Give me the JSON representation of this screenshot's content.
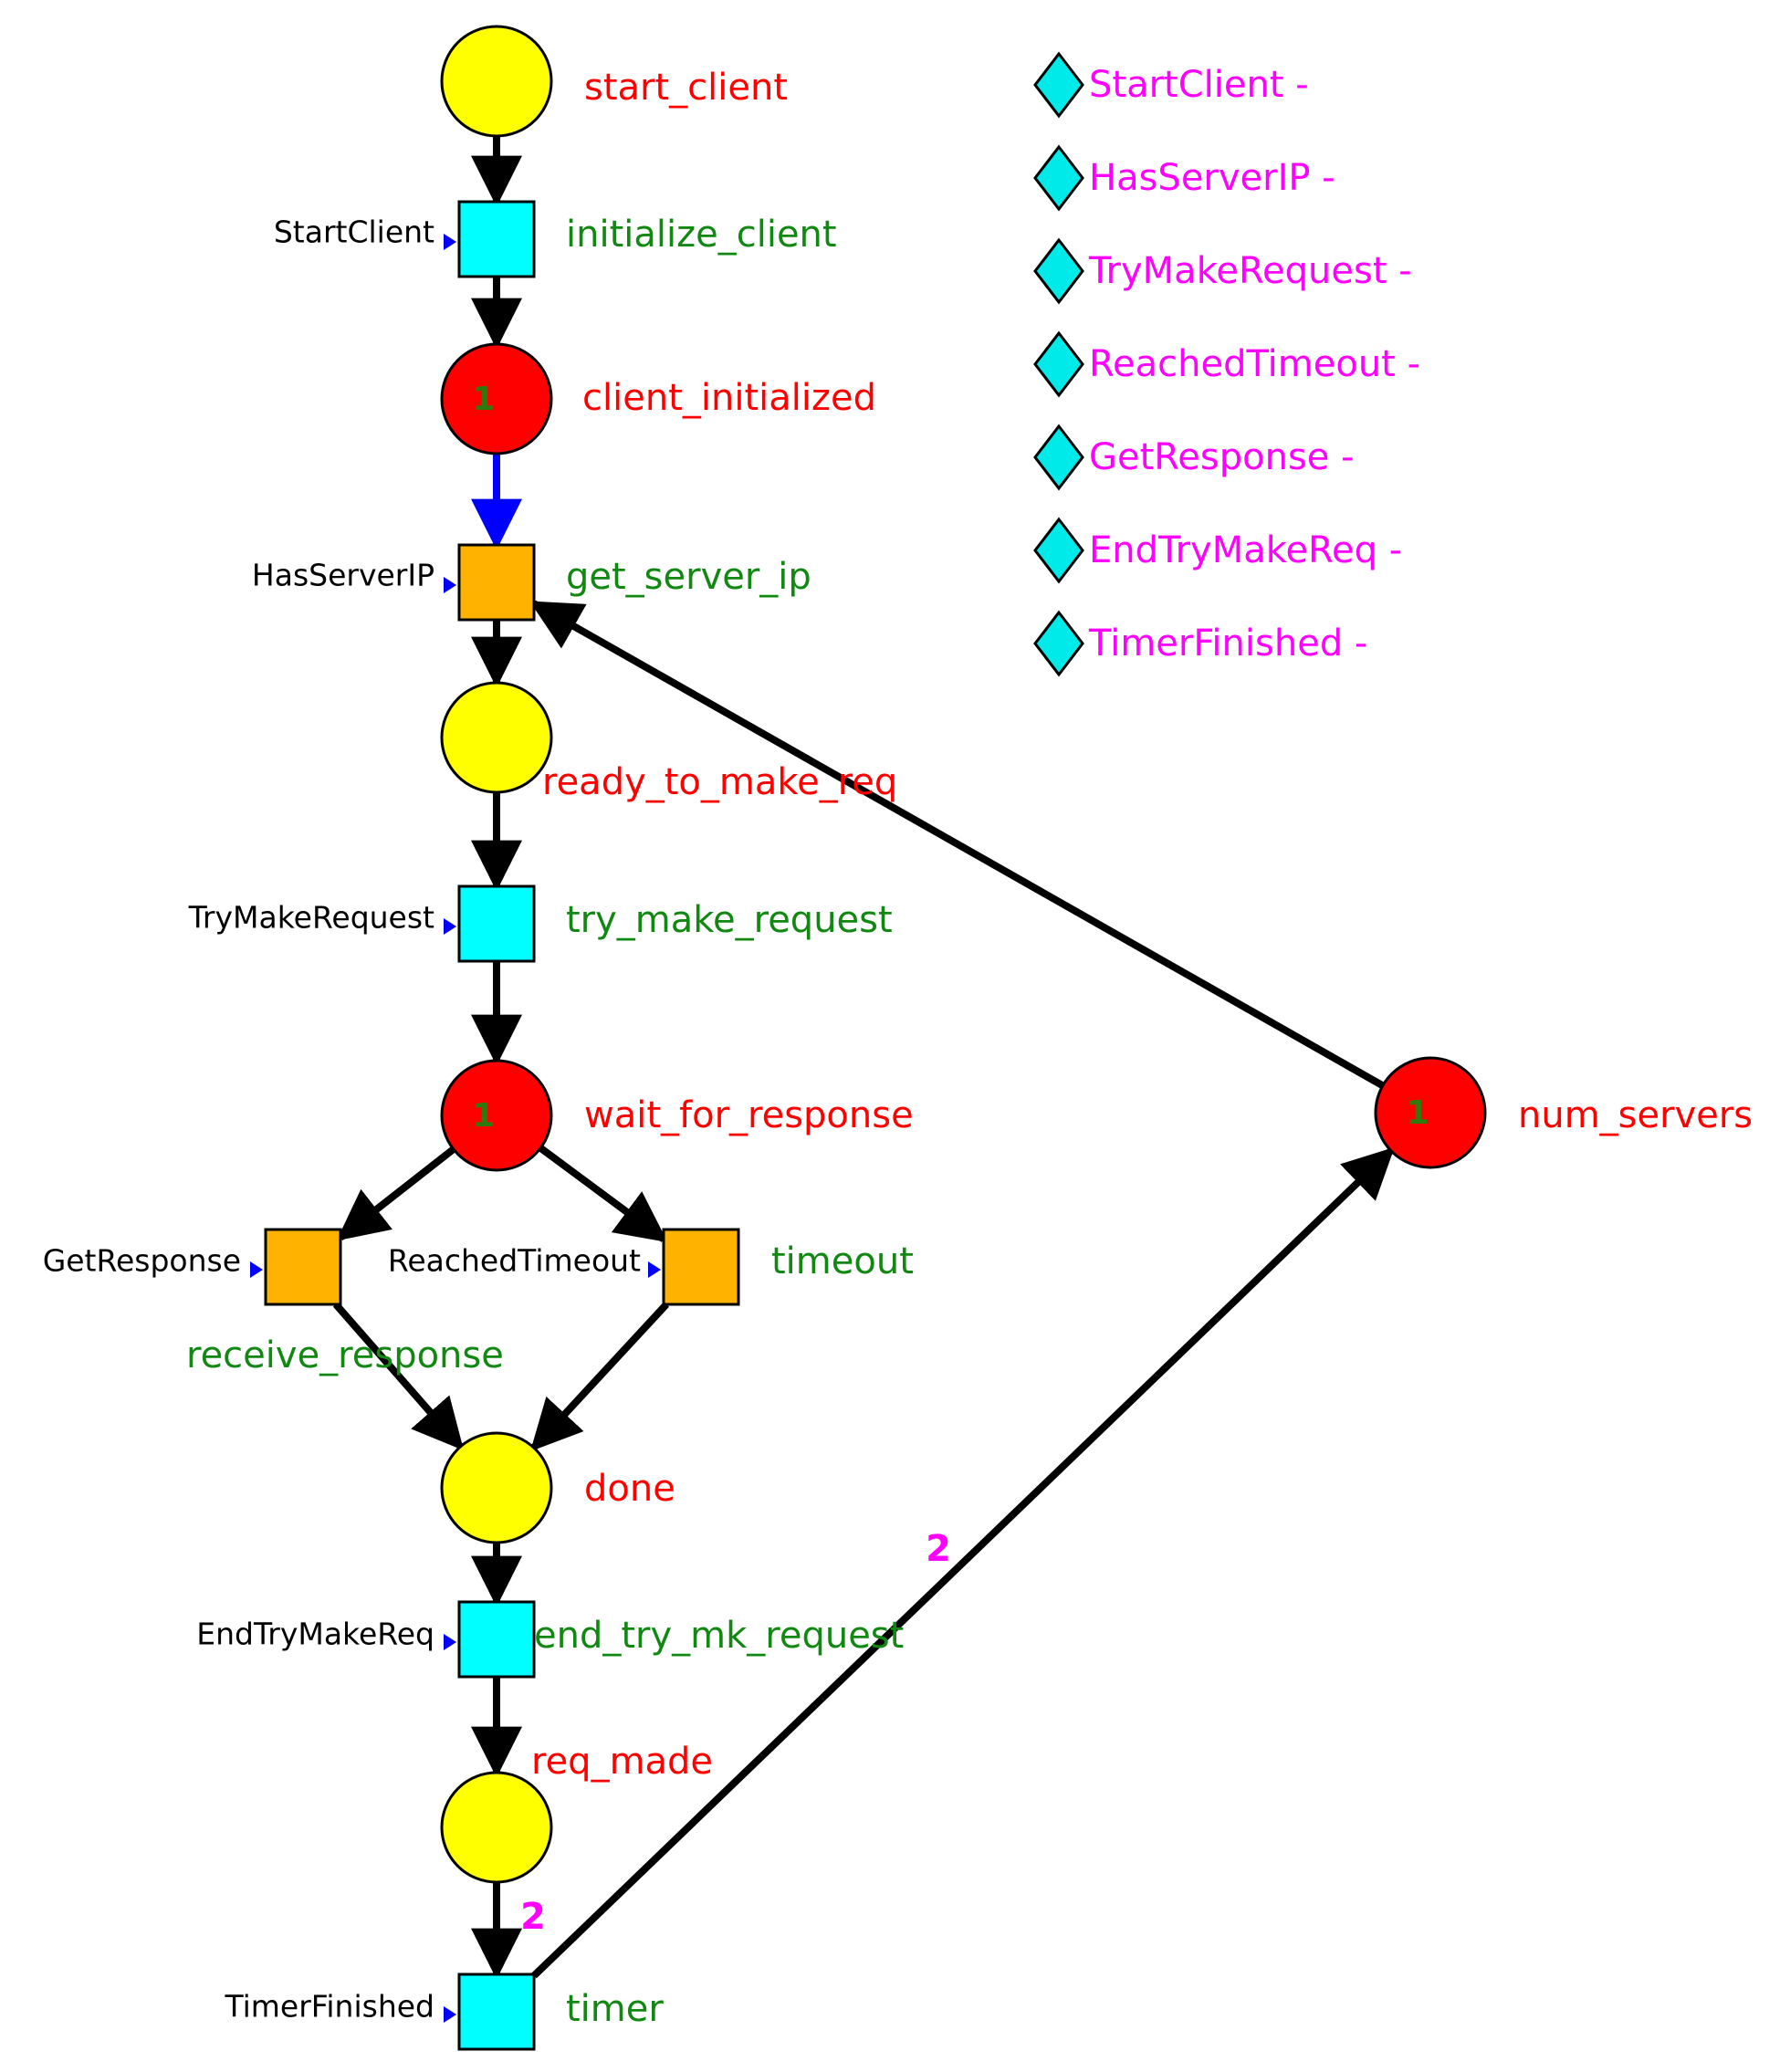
{
  "colors": {
    "place_empty": "#ffff00",
    "place_marked": "#ff0000",
    "transition_enabled": "#ffb300",
    "transition_disabled": "#00ffff",
    "place_label": "#ff0000",
    "transition_label": "#118811",
    "signal_label": "#000000",
    "signal_marker": "#0000ff",
    "token": "#2f7a10",
    "weight": "#ff00ff",
    "legend_text": "#ff00ff",
    "legend_marker": "#00eaea",
    "arc": "#000000",
    "arc_highlight": "#0000ff"
  },
  "places": [
    {
      "id": "start_client",
      "label": "start_client",
      "tokens": ""
    },
    {
      "id": "client_initialized",
      "label": "client_initialized",
      "tokens": "1"
    },
    {
      "id": "ready_to_make_req",
      "label": "ready_to_make_req",
      "tokens": ""
    },
    {
      "id": "wait_for_response",
      "label": "wait_for_response",
      "tokens": "1"
    },
    {
      "id": "done",
      "label": "done",
      "tokens": ""
    },
    {
      "id": "req_made",
      "label": "req_made",
      "tokens": ""
    },
    {
      "id": "num_servers",
      "label": "num_servers",
      "tokens": "1"
    }
  ],
  "transitions": [
    {
      "id": "initialize_client",
      "label": "initialize_client",
      "signal": "StartClient",
      "state": "disabled"
    },
    {
      "id": "get_server_ip",
      "label": "get_server_ip",
      "signal": "HasServerIP",
      "state": "enabled"
    },
    {
      "id": "try_make_request",
      "label": "try_make_request",
      "signal": "TryMakeRequest",
      "state": "disabled"
    },
    {
      "id": "receive_response",
      "label": "receive_response",
      "signal": "GetResponse",
      "state": "enabled"
    },
    {
      "id": "timeout",
      "label": "timeout",
      "signal": "ReachedTimeout",
      "state": "enabled"
    },
    {
      "id": "end_try_mk_request",
      "label": "end_try_mk_request",
      "signal": "EndTryMakeReq",
      "state": "disabled"
    },
    {
      "id": "timer",
      "label": "timer",
      "signal": "TimerFinished",
      "state": "disabled"
    }
  ],
  "arcs": [
    {
      "from": "start_client",
      "to": "initialize_client",
      "weight": "",
      "highlight": false
    },
    {
      "from": "initialize_client",
      "to": "client_initialized",
      "weight": "",
      "highlight": false
    },
    {
      "from": "client_initialized",
      "to": "get_server_ip",
      "weight": "",
      "highlight": true
    },
    {
      "from": "get_server_ip",
      "to": "ready_to_make_req",
      "weight": "",
      "highlight": false
    },
    {
      "from": "ready_to_make_req",
      "to": "try_make_request",
      "weight": "",
      "highlight": false
    },
    {
      "from": "try_make_request",
      "to": "wait_for_response",
      "weight": "",
      "highlight": false
    },
    {
      "from": "wait_for_response",
      "to": "receive_response",
      "weight": "",
      "highlight": false
    },
    {
      "from": "wait_for_response",
      "to": "timeout",
      "weight": "",
      "highlight": false
    },
    {
      "from": "receive_response",
      "to": "done",
      "weight": "",
      "highlight": false
    },
    {
      "from": "timeout",
      "to": "done",
      "weight": "",
      "highlight": false
    },
    {
      "from": "done",
      "to": "end_try_mk_request",
      "weight": "",
      "highlight": false
    },
    {
      "from": "end_try_mk_request",
      "to": "req_made",
      "weight": "",
      "highlight": false
    },
    {
      "from": "req_made",
      "to": "timer",
      "weight": "2",
      "highlight": false
    },
    {
      "from": "timer",
      "to": "num_servers",
      "weight": "2",
      "highlight": false
    },
    {
      "from": "num_servers",
      "to": "get_server_ip",
      "weight": "",
      "highlight": false
    }
  ],
  "legend": [
    {
      "label": "StartClient -"
    },
    {
      "label": "HasServerIP -"
    },
    {
      "label": "TryMakeRequest -"
    },
    {
      "label": "ReachedTimeout -"
    },
    {
      "label": "GetResponse -"
    },
    {
      "label": "EndTryMakeReq -"
    },
    {
      "label": "TimerFinished -"
    }
  ]
}
